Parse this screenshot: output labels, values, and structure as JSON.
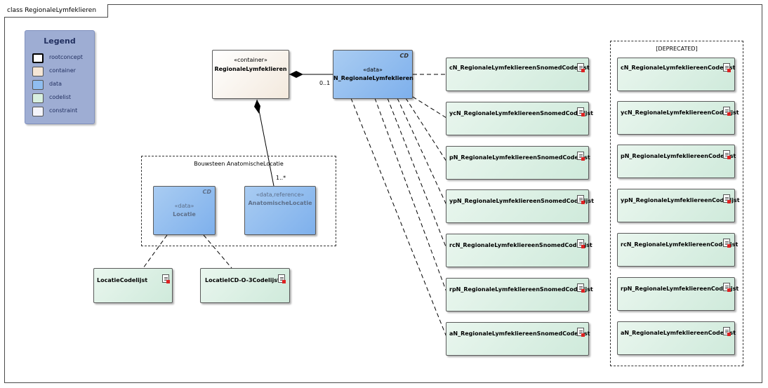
{
  "frame": {
    "title": "class RegionaleLymfeklieren"
  },
  "legend": {
    "title": "Legend",
    "items": [
      {
        "label": "rootconcept",
        "color": "#ffffff"
      },
      {
        "label": "container",
        "color": "#f5e6d6"
      },
      {
        "label": "data",
        "color": "#8fbdf0"
      },
      {
        "label": "codelist",
        "color": "#d8f0e0"
      },
      {
        "label": "constraint",
        "color": "#f4f4fb"
      }
    ]
  },
  "container": {
    "stereotype": "«container»",
    "name": "RegionaleLymfeklieren"
  },
  "main_data": {
    "stereotype": "«data»",
    "name": "N_RegionaleLymfeklieren",
    "tag": "CD"
  },
  "association": {
    "multiplicity_main": "0..1",
    "multiplicity_ref": "1..*"
  },
  "group": {
    "title": "Bouwsteen AnatomischeLocatie",
    "locatie": {
      "stereotype": "«data»",
      "name": "Locatie",
      "tag": "CD"
    },
    "anatomische": {
      "stereotype": "«data,reference»",
      "name": "AnatomischeLocatie"
    }
  },
  "group_codelists": [
    "LocatieCodelijst",
    "LocatieICD-O-3Codelijst"
  ],
  "snomed_codelists": [
    "cN_RegionaleLymfekliereenSnomedCodelijst",
    "ycN_RegionaleLymfekliereenSnomedCodelijst",
    "pN_RegionaleLymfekliereenSnomedCodelijst",
    "ypN_RegionaleLymfekliereenSnomedCodelijst",
    "rcN_RegionaleLymfekliereenSnomedCodelijst",
    "rpN_RegionaleLymfekliereenSnomedCodelijst",
    "aN_RegionaleLymfekliereenSnomedCodelijst"
  ],
  "deprecated": {
    "title": "[DEPRECATED]",
    "items": [
      "cN_RegionaleLymfekliereenCodelijst",
      "ycN_RegionaleLymfekliereenCodelijst",
      "pN_RegionaleLymfekliereenCodelijst",
      "ypN_RegionaleLymfekliereenCodelijst",
      "rcN_RegionaleLymfekliereenCodelijst",
      "rpN_RegionaleLymfekliereenCodelijst",
      "aN_RegionaleLymfekliereenCodelijst"
    ]
  }
}
